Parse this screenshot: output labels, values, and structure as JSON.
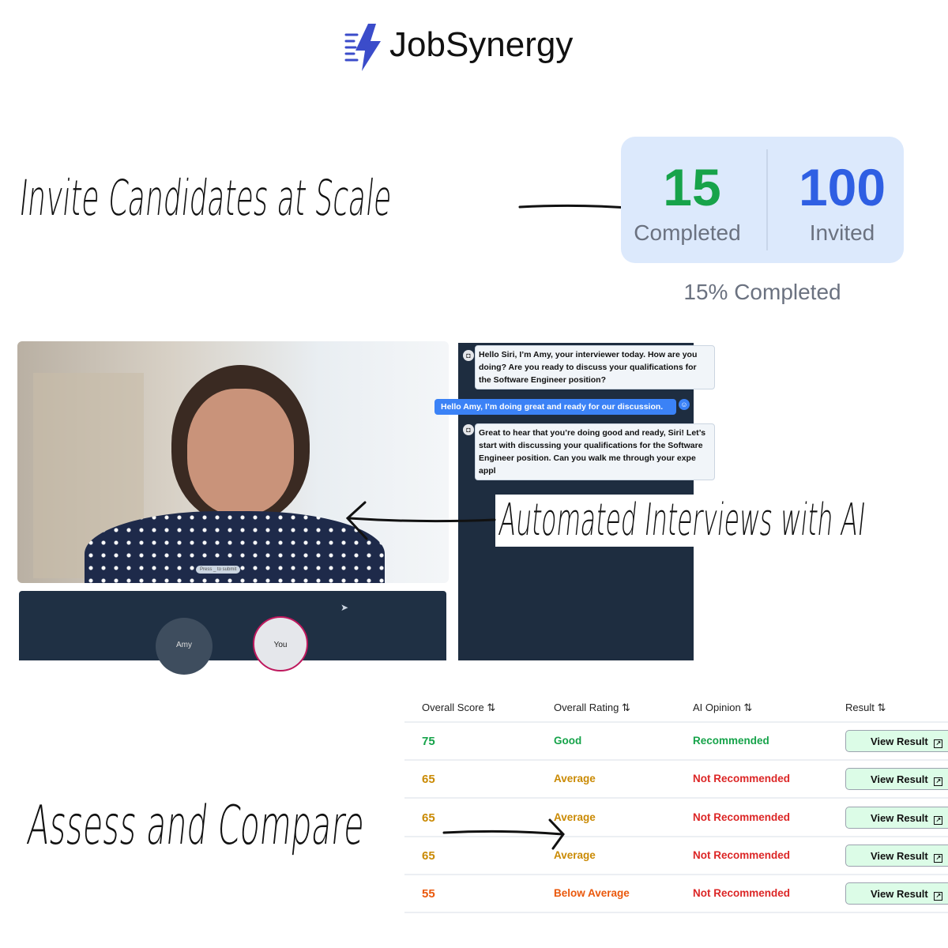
{
  "brand": {
    "name": "JobSynergy",
    "icon": "lightning-bolt-logo",
    "color": "#3b4cca"
  },
  "headings": {
    "invite": "Invite Candidates at Scale",
    "interviews": "Automated Interviews with AI",
    "assess": "Assess and Compare"
  },
  "stats": {
    "completed_value": "15",
    "completed_label": "Completed",
    "invited_value": "100",
    "invited_label": "Invited",
    "progress_text": "15% Completed",
    "completed_color": "#17a34a",
    "invited_color": "#2f5fe3"
  },
  "interview": {
    "hint": "Press _ to submit",
    "participants": [
      "Amy",
      "You"
    ],
    "messages": [
      {
        "from": "bot",
        "text": "Hello Siri, I’m Amy, your interviewer today. How are you doing? Are you ready to discuss your qualifications for the Software Engineer position?"
      },
      {
        "from": "user",
        "text": "Hello Amy, I’m doing great and ready for our discussion."
      },
      {
        "from": "bot",
        "text": "Great to hear that you’re doing good and ready, Siri! Let’s start with discussing your qualifications for the Software Engineer position. Can you walk me through your expe appl"
      }
    ]
  },
  "table": {
    "headers": [
      "Overall Score",
      "Overall Rating",
      "AI Opinion",
      "Result"
    ],
    "sort_icon": "⇅",
    "rows": [
      {
        "score": "75",
        "rating": "Good",
        "opinion": "Recommended",
        "result": "View Result",
        "score_color": "#16a34a",
        "rating_color": "#16a34a",
        "opinion_color": "#16a34a"
      },
      {
        "score": "65",
        "rating": "Average",
        "opinion": "Not Recommended",
        "result": "View Result",
        "score_color": "#ca8a04",
        "rating_color": "#ca8a04",
        "opinion_color": "#dc2626"
      },
      {
        "score": "65",
        "rating": "Average",
        "opinion": "Not Recommended",
        "result": "View Result",
        "score_color": "#ca8a04",
        "rating_color": "#ca8a04",
        "opinion_color": "#dc2626"
      },
      {
        "score": "65",
        "rating": "Average",
        "opinion": "Not Recommended",
        "result": "View Result",
        "score_color": "#ca8a04",
        "rating_color": "#ca8a04",
        "opinion_color": "#dc2626"
      },
      {
        "score": "55",
        "rating": "Below Average",
        "opinion": "Not Recommended",
        "result": "View Result",
        "score_color": "#ea580c",
        "rating_color": "#ea580c",
        "opinion_color": "#dc2626"
      }
    ]
  }
}
